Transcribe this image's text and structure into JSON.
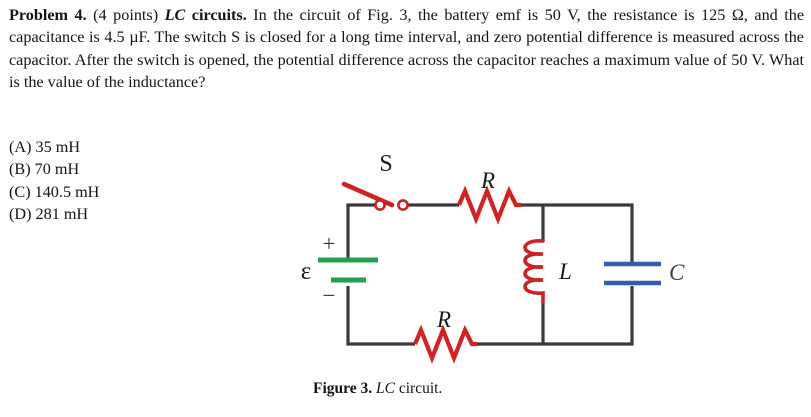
{
  "problem": {
    "label": "Problem 4.",
    "points": "(4 points)",
    "topic_italic": "LC",
    "topic_rest": " circuits.",
    "statement": " In the circuit of Fig. 3, the battery emf is 50 V, the resistance is 125 Ω, and the capacitance is 4.5 µF. The switch S is closed for a long time interval, and zero potential difference is measured across the capacitor. After the switch is opened, the potential difference across the capacitor reaches a maximum value of 50 V. What is the value of the inductance?",
    "choices": [
      "(A) 35 mH",
      "(B) 70 mH",
      "(C) 140.5 mH",
      "(D) 281 mH"
    ]
  },
  "figure": {
    "caption_label": "Figure 3.",
    "caption_italic": " LC",
    "caption_rest": " circuit.",
    "labels": {
      "switch": "S",
      "resistor_top": "R",
      "resistor_bottom": "R",
      "inductor": "L",
      "capacitor": "C",
      "emf": "ε",
      "plus": "+",
      "minus": "−"
    },
    "colors": {
      "wire": "#3a3a3a",
      "resistor": "#d62020",
      "switch": "#cc2222",
      "inductor": "#cc2222",
      "battery": "#21a14f",
      "capacitor": "#2f5fb5",
      "label": "#1a1a1a"
    }
  }
}
